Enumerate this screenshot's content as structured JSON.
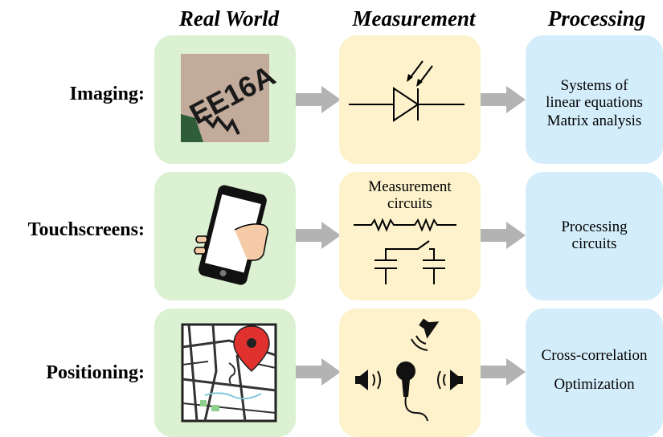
{
  "headers": {
    "real_world": "Real World",
    "measurement": "Measurement",
    "processing": "Processing"
  },
  "rows": [
    {
      "label": "Imaging:",
      "real_world_icon": "ee16a-photo",
      "measurement_icon": "photodiode-symbol-icon",
      "processing_lines": [
        "Systems of",
        "linear equations",
        "Matrix analysis"
      ]
    },
    {
      "label": "Touchscreens:",
      "real_world_icon": "hand-holding-phone-icon",
      "measurement_label": [
        "Measurement",
        "circuits"
      ],
      "measurement_icon": "resistor-capacitor-circuit-icon",
      "processing_lines": [
        "Processing",
        "circuits"
      ]
    },
    {
      "label": "Positioning:",
      "real_world_icon": "map-with-pin-icon",
      "measurement_icon": "microphone-and-speakers-icon",
      "processing_lines": [
        "Cross-correlation",
        "Optimization"
      ]
    }
  ],
  "photo_text": "EE16A",
  "colors": {
    "real_world_box": "#dbf1d2",
    "measurement_box": "#fdf2cb",
    "processing_box": "#d4edfb",
    "arrow": "#b3b3b3",
    "pin": "#e0312f"
  }
}
